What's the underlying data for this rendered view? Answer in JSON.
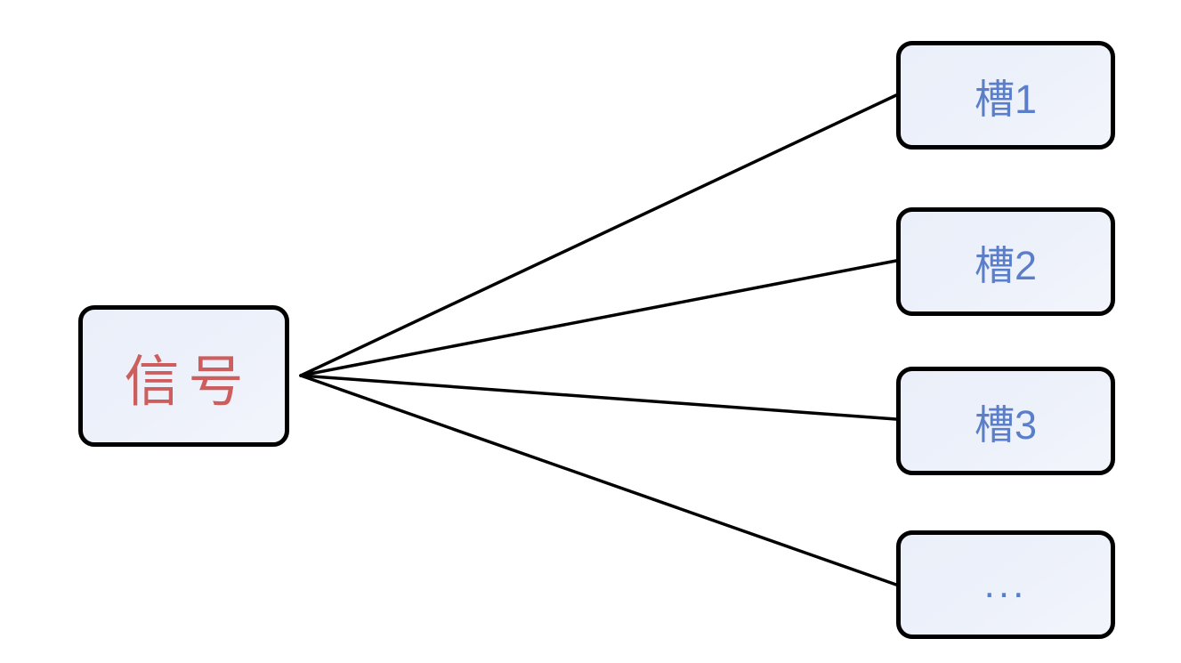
{
  "signal": {
    "label": "信号"
  },
  "slots": [
    {
      "label": "槽1"
    },
    {
      "label": "槽2"
    },
    {
      "label": "槽3"
    },
    {
      "label": "..."
    }
  ],
  "colors": {
    "background": "#ffffff",
    "box_fill": "#edf1fa",
    "box_border": "#000000",
    "line_color": "#000000",
    "signal_text": "#cd5e5e",
    "slot_text": "#5a7ec9"
  }
}
